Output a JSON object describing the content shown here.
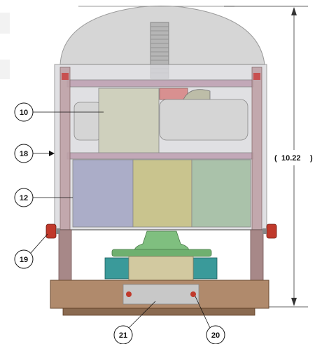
{
  "callouts": {
    "c10": "10",
    "c18": "18",
    "c12": "12",
    "c19": "19",
    "c21": "21",
    "c20": "20"
  },
  "dimension": {
    "height_label": "10.22",
    "open_paren": "(",
    "close_paren": ")"
  },
  "colors": {
    "dome": "#c8c8c8",
    "frame_rail": "#a07878",
    "housing_glass": "#d0d0d4",
    "battery_blue": "#a8aac4",
    "battery_yellow": "#c8c48c",
    "battery_green": "#a8c0a8",
    "motor": "#cccfc0",
    "pedestal_green": "#7fb87f",
    "teal_block": "#3a9a9a",
    "base_plate": "#b08a6c",
    "fastener_red": "#c0392b"
  }
}
